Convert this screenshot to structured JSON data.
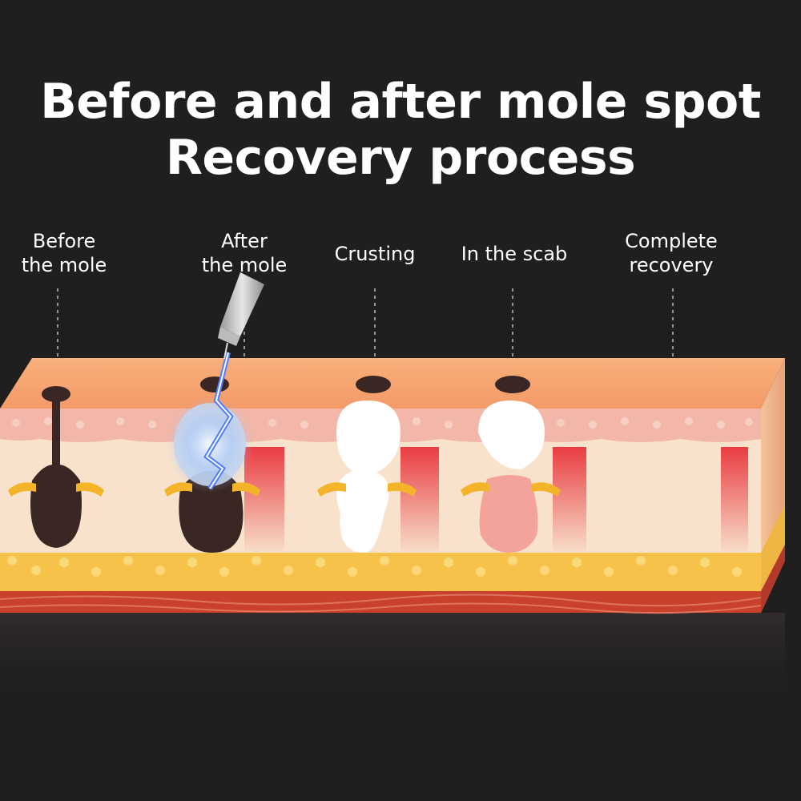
{
  "title": {
    "line1": "Before and after mole spot",
    "line2": "Recovery process"
  },
  "stages": [
    {
      "line1": "Before",
      "line2": "the mole"
    },
    {
      "line1": "After",
      "line2": "the mole"
    },
    {
      "line1": "Crusting",
      "line2": ""
    },
    {
      "line1": "In the scab",
      "line2": ""
    },
    {
      "line1": "Complete",
      "line2": "recovery"
    }
  ],
  "colors": {
    "background": "#1f1f1f",
    "skin_top": "#f6a574",
    "epidermis": "#f2b7a8",
    "dermis": "#f8e2cc",
    "fat": "#f7c24a",
    "muscle": "#c9412c",
    "mole": "#3a2724",
    "crust": "#ffffff",
    "scab_pink": "#f4a39a",
    "inflammation": "#e8343b",
    "gland": "#f4b42a"
  },
  "icons": {
    "device": "laser-pen-icon",
    "spark": "lightning-spark-icon"
  }
}
